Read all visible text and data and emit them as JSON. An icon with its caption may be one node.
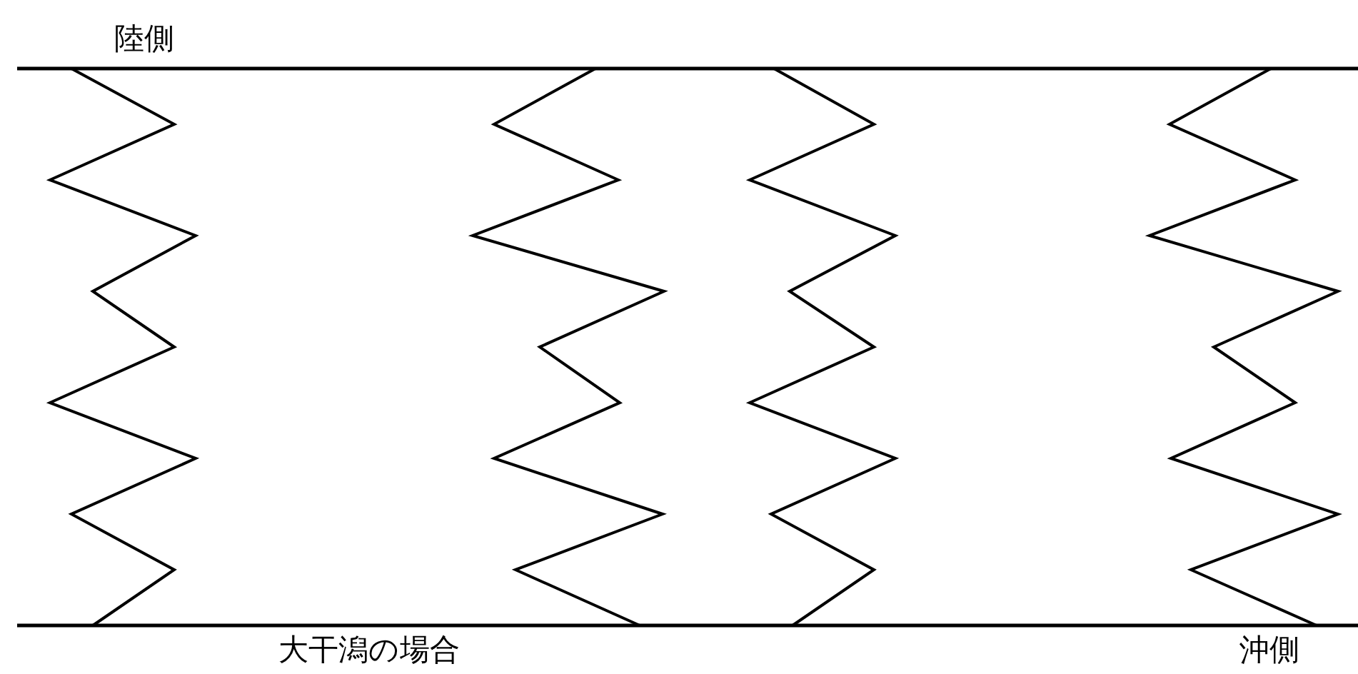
{
  "diagram": {
    "labels": [
      "陸側",
      "大干潟の場合",
      "沖側"
    ]
  }
}
